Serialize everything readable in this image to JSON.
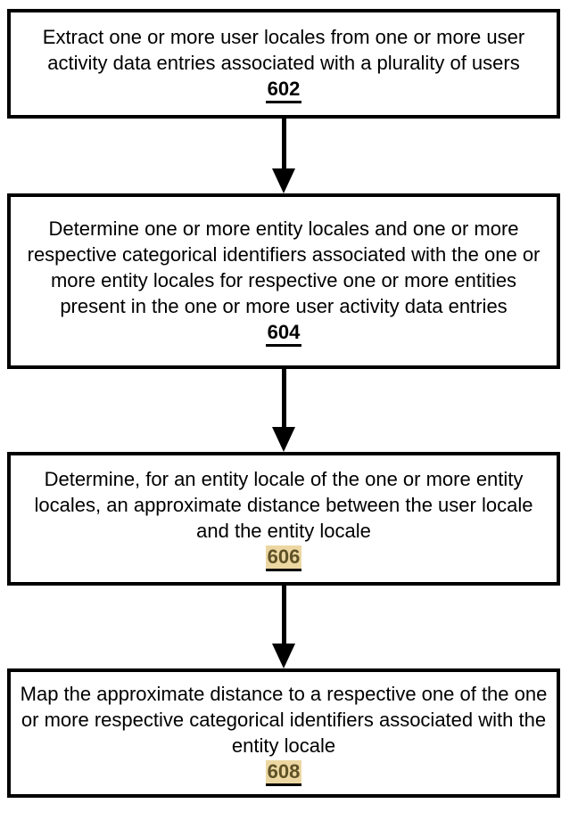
{
  "figure": {
    "background_color": "#ffffff",
    "box_border_color": "#000000",
    "text_color": "#000000",
    "highlight_background_color": "#ecd7a2",
    "highlight_text_color": "#5f5126",
    "steps": [
      {
        "text": "Extract one or more user locales from one or more user activity data entries associated with a plurality of users",
        "ref": "602",
        "highlighted": false
      },
      {
        "text": "Determine one or more entity locales and one or more respective categorical identifiers associated with the one or more entity locales for respective one or more entities present in the one or more user activity data entries",
        "ref": "604",
        "highlighted": false
      },
      {
        "text": "Determine, for an entity locale of the one or more entity locales, an approximate distance between the user locale and the entity locale",
        "ref": "606",
        "highlighted": true
      },
      {
        "text": "Map the approximate distance to a respective one of the one or more respective categorical identifiers associated with the entity locale",
        "ref": "608",
        "highlighted": true
      }
    ]
  }
}
